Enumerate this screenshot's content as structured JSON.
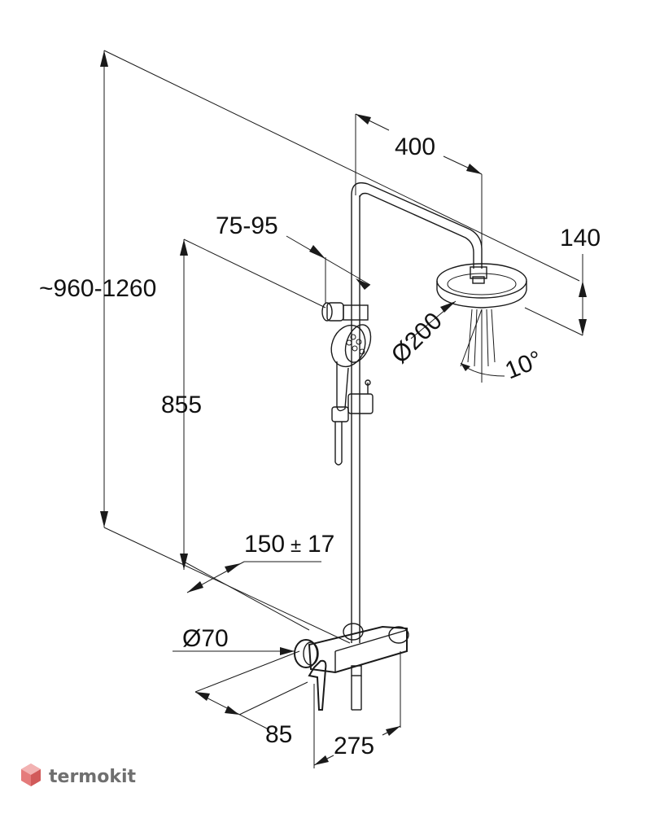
{
  "dimensions": {
    "total_height": "~960-1260",
    "rail_width": "400",
    "head_drop": "140",
    "head_diameter": "Ø200",
    "head_angle": "10°",
    "holder_range": "75-95",
    "holder_height": "855",
    "connection_spacing": "150",
    "connection_tolerance": "±",
    "connection_tolerance_value": "17",
    "escutcheon_diameter": "Ø70",
    "wall_offset": "85",
    "mixer_depth": "275"
  },
  "watermark": {
    "brand": "termokit"
  }
}
